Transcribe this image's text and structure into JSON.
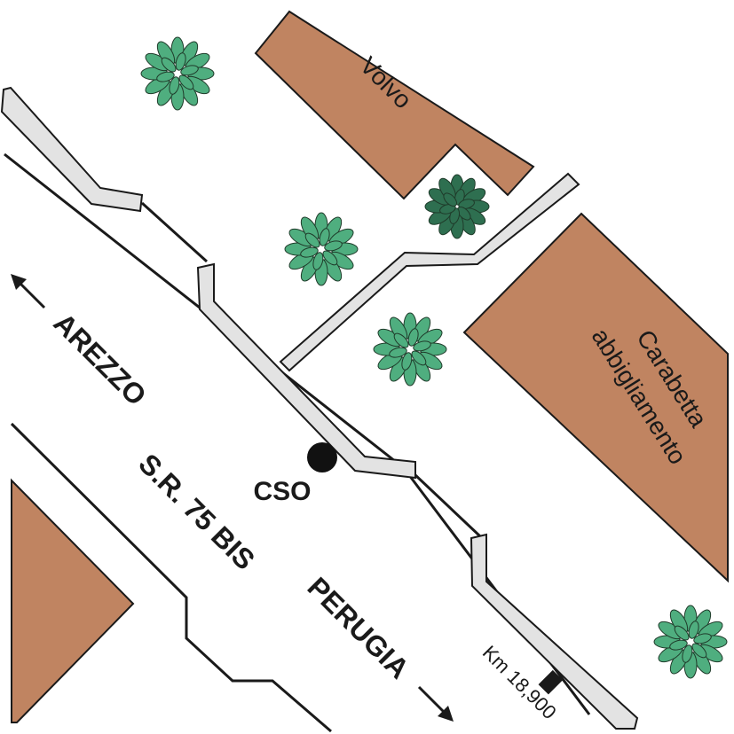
{
  "map": {
    "buildings": {
      "volvo": "Volvo",
      "carabetta_line1": "Carabetta",
      "carabetta_line2": "abbigliamento"
    },
    "road": {
      "name": "S.R. 75 BIS",
      "direction_west": "AREZZO",
      "direction_east": "PERUGIA",
      "km_marker": "Km 18,900"
    },
    "point": {
      "label": "CSO"
    },
    "colors": {
      "building": "#C08461",
      "sidewalk": "#E3E3E3",
      "tree": "#4FAE7F",
      "tree_dark": "#2E6F50",
      "line": "#1a1a1a",
      "background": "#FFFFFF"
    },
    "icons": {
      "tree": "tree-icon",
      "point": "location-dot-icon",
      "arrow_west": "arrow-left-icon",
      "arrow_east": "arrow-right-icon",
      "km_post": "km-post-icon"
    }
  }
}
